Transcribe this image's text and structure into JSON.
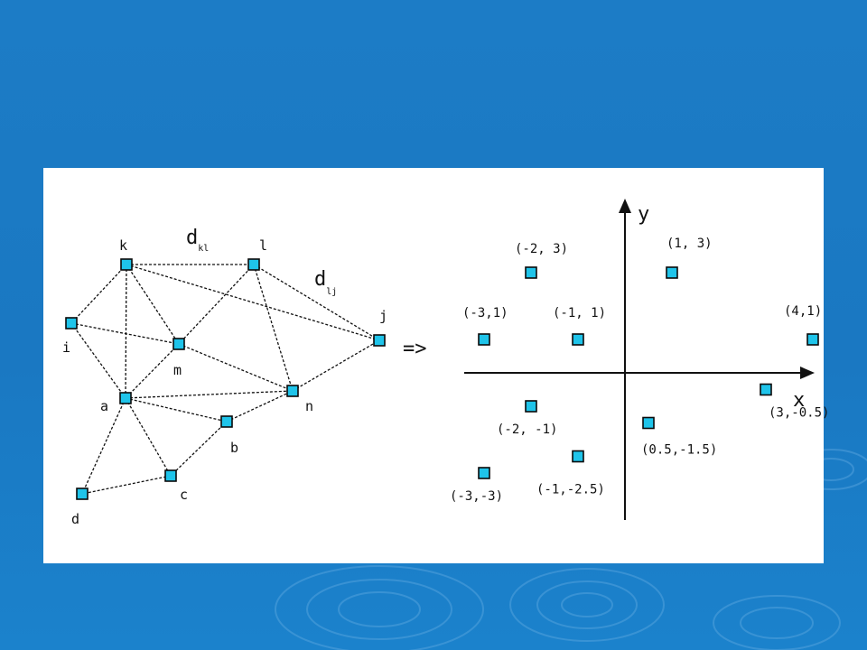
{
  "graph": {
    "nodes": [
      {
        "id": "k",
        "label": "k"
      },
      {
        "id": "l",
        "label": "l"
      },
      {
        "id": "i",
        "label": "i"
      },
      {
        "id": "m",
        "label": "m"
      },
      {
        "id": "a",
        "label": "a"
      },
      {
        "id": "n",
        "label": "n"
      },
      {
        "id": "b",
        "label": "b"
      },
      {
        "id": "c",
        "label": "c"
      },
      {
        "id": "d",
        "label": "d"
      },
      {
        "id": "j",
        "label": "j"
      }
    ],
    "edges": [
      [
        "k",
        "l"
      ],
      [
        "k",
        "i"
      ],
      [
        "k",
        "m"
      ],
      [
        "k",
        "a"
      ],
      [
        "k",
        "j"
      ],
      [
        "l",
        "m"
      ],
      [
        "l",
        "n"
      ],
      [
        "i",
        "m"
      ],
      [
        "i",
        "a"
      ],
      [
        "m",
        "a"
      ],
      [
        "m",
        "n"
      ],
      [
        "a",
        "n"
      ],
      [
        "a",
        "b"
      ],
      [
        "a",
        "c"
      ],
      [
        "a",
        "d"
      ],
      [
        "b",
        "n"
      ],
      [
        "b",
        "c"
      ],
      [
        "c",
        "d"
      ],
      [
        "n",
        "j"
      ],
      [
        "l",
        "j"
      ]
    ],
    "distance_labels": [
      {
        "main": "d",
        "sub": "kl"
      },
      {
        "main": "d",
        "sub": "lj"
      }
    ]
  },
  "arrow": "=>",
  "plot": {
    "x_axis_label": "x",
    "y_axis_label": "y",
    "points": [
      {
        "x": -2,
        "y": 3,
        "label": "(-2, 3)"
      },
      {
        "x": 1,
        "y": 3,
        "label": "(1, 3)"
      },
      {
        "x": -3,
        "y": 1,
        "label": "(-3,1)"
      },
      {
        "x": -1,
        "y": 1,
        "label": "(-1, 1)"
      },
      {
        "x": 4,
        "y": 1,
        "label": "(4,1)"
      },
      {
        "x": -2,
        "y": -1,
        "label": "(-2, -1)"
      },
      {
        "x": 3,
        "y": -0.5,
        "label": "(3,-0.5)"
      },
      {
        "x": 0.5,
        "y": -1.5,
        "label": "(0.5,-1.5)"
      },
      {
        "x": -1,
        "y": -2.5,
        "label": "(-1,-2.5)"
      },
      {
        "x": -3,
        "y": -3,
        "label": "(-3,-3)"
      }
    ]
  },
  "colors": {
    "node_fill": "#1fc4ea",
    "background": "#1c7cc6"
  }
}
